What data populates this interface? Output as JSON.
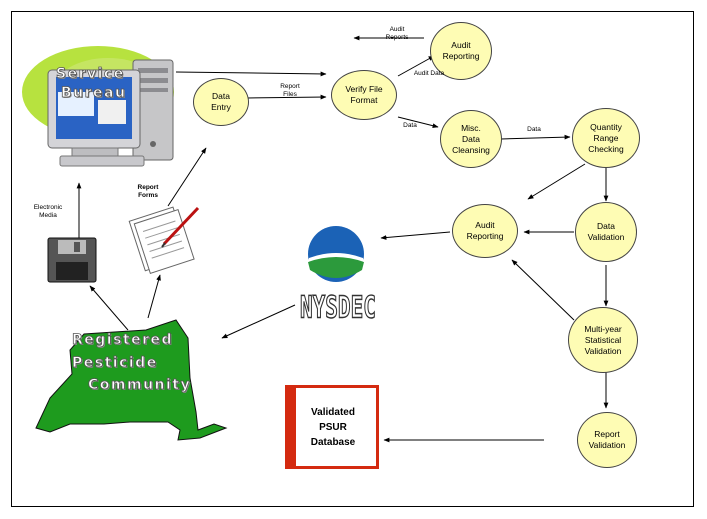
{
  "nodes": {
    "data_entry": "Data\nEntry",
    "verify_file_format": "Verify File\nFormat",
    "audit_reporting_top": "Audit\nReporting",
    "misc_data_cleansing": "Misc.\nData\nCleansing",
    "quantity_range_checking": "Quantity\nRange\nChecking",
    "audit_reporting_mid": "Audit\nReporting",
    "data_validation": "Data\nValidation",
    "multi_year_validation": "Multi-year\nStatistical\nValidation",
    "report_validation": "Report\nValidation"
  },
  "labels": {
    "audit_reports": "Audit\nReports",
    "audit_data": "Audit Data",
    "report_files": "Report\nFiles",
    "data_1": "Data",
    "data_2": "Data",
    "electronic_media": "Electronic\nMedia",
    "report_forms": "Report\nForms"
  },
  "service_bureau": {
    "line1": "Service",
    "line2": "Bureau"
  },
  "community": {
    "line1": "Registered",
    "line2": "Pesticide",
    "line3": "Community"
  },
  "agency": {
    "name": "NYSDEC"
  },
  "database": {
    "line1": "Validated",
    "line2": "PSUR",
    "line3": "Database"
  },
  "colors": {
    "node_fill": "#fefcb4",
    "state_green": "#1e9b1e",
    "accent_red": "#d42a10",
    "logo_blue": "#1b62b6",
    "logo_green": "#2c9a3c"
  },
  "icons": [
    "computer-icon",
    "floppy-disk-icon",
    "report-forms-icon",
    "nysdec-logo-icon",
    "new-york-state-map-icon"
  ]
}
